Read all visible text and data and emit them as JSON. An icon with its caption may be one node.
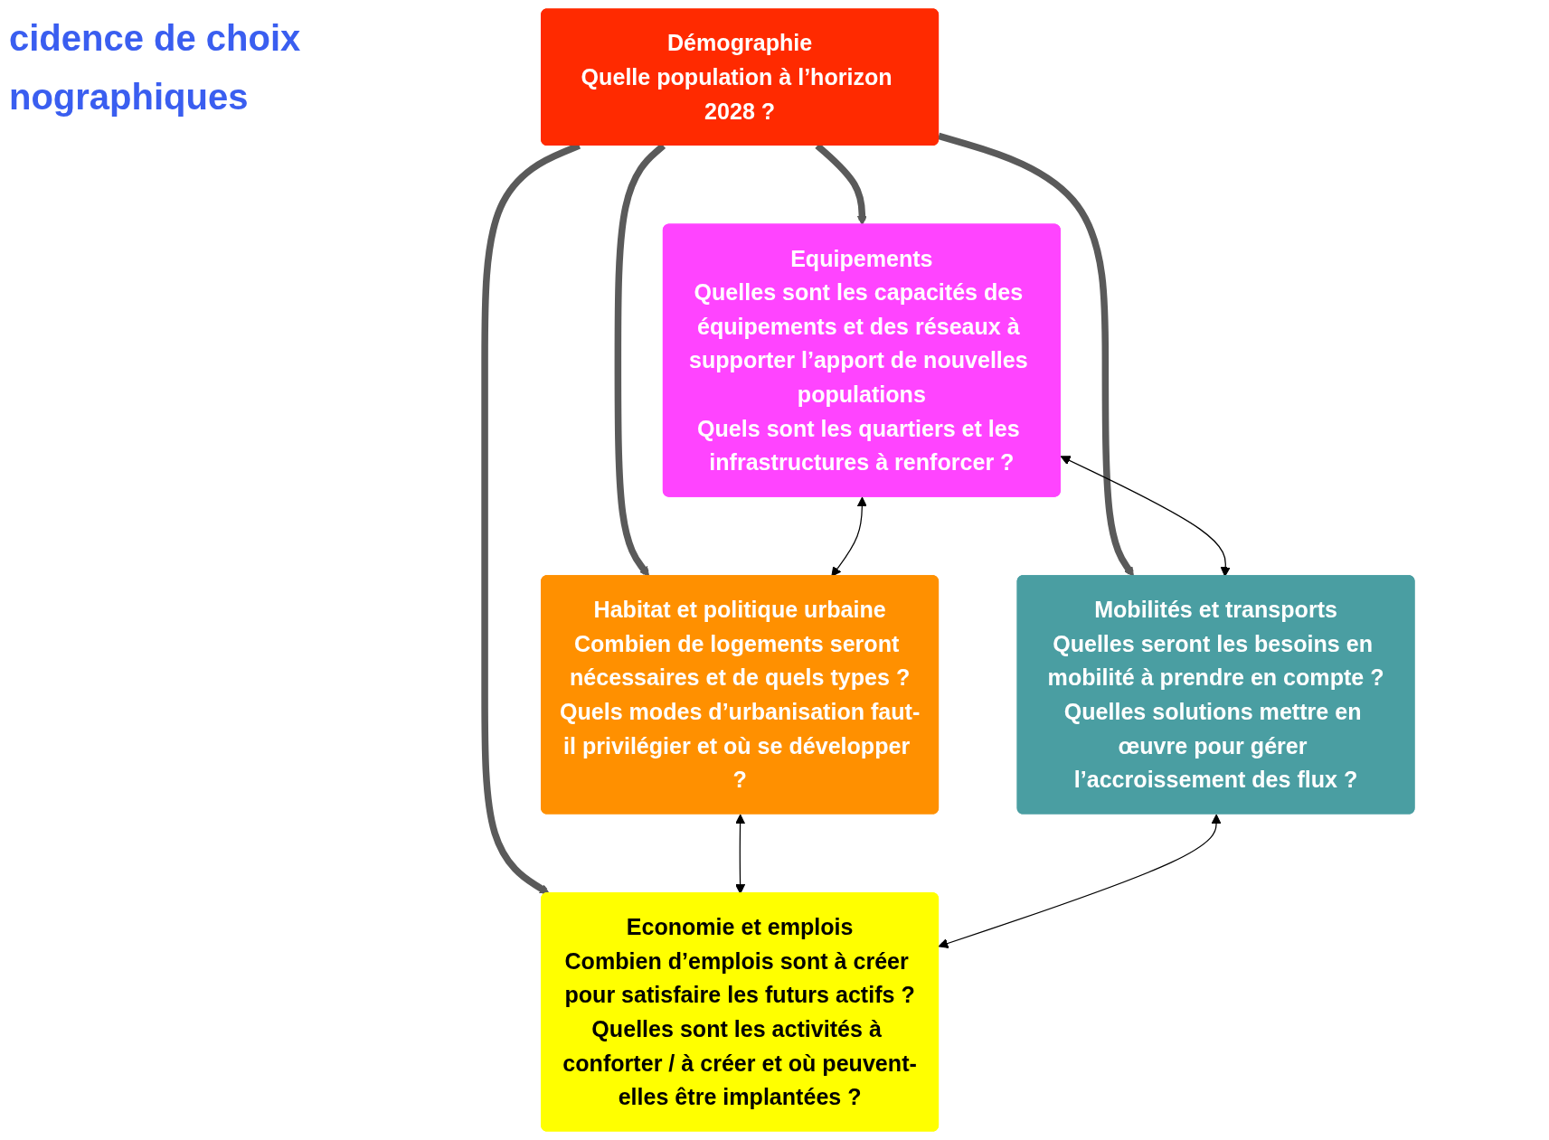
{
  "diagram": {
    "nodes": [
      {
        "text": [
          "Equipements",
          "Quelles sont les capacités des équipements et des réseaux à supporter l’apport de nouvelles populations",
          "Quels sont les quartiers et les infrastructures à renforcer ?"
        ]
      },
      {
        "text": [
          "Habitat et politique urbaine",
          "Combien de logements seront nécessaires et de quels types ?",
          "Quels modes d’urbanisation faut-il privilégier et où se développer ?"
        ]
      },
      {
        "text": [
          "Démographie",
          "Quelle population à l’horizon 2028 ?"
        ]
      },
      {
        "text": [
          "Mobilités et transports",
          "Quelles seront les besoins en mobilité à prendre en compte ?",
          "Quelles solutions mettre en œuvre pour gérer l’accroissement des flux ?"
        ]
      },
      {
        "text": [
          "Economie et emplois",
          "Combien d’emplois sont à créer pour satisfaire les futurs actifs ?",
          "Quelles sont les activités à conforter / à créer et où peuvent-elles être implantées ?"
        ]
      }
    ],
    "edges": [
      {
        "from": 2,
        "to": 0,
        "arrow": "to",
        "style": "thick",
        "color": "#5a5a5a"
      },
      {
        "from": 2,
        "to": 1,
        "arrow": "to",
        "style": "thick",
        "color": "#5a5a5a"
      },
      {
        "from": 2,
        "to": 3,
        "arrow": "to",
        "style": "thick",
        "color": "#5a5a5a"
      },
      {
        "from": 2,
        "to": 4,
        "arrow": "to",
        "style": "thick",
        "color": "#5a5a5a"
      },
      {
        "from": 0,
        "to": 1,
        "arrow": "both"
      },
      {
        "from": 0,
        "to": 3,
        "arrow": "both"
      },
      {
        "from": 1,
        "to": 4,
        "arrow": "both"
      },
      {
        "from": 3,
        "to": 4,
        "arrow": "both"
      }
    ],
    "labels": [
      "cidence de choix",
      "nographiques"
    ]
  }
}
